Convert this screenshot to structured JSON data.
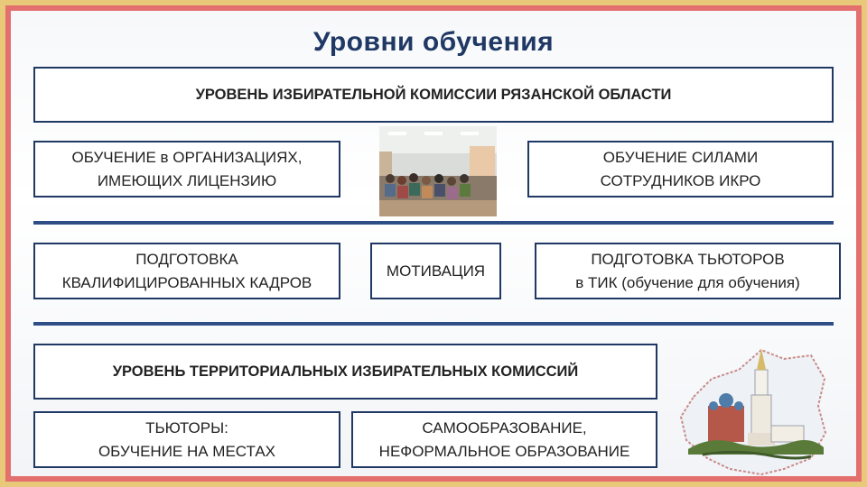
{
  "title": "Уровни обучения",
  "level_region": "УРОВЕНЬ ИЗБИРАТЕЛЬНОЙ КОМИССИИ РЯЗАНСКОЙ ОБЛАСТИ",
  "row1": {
    "left_line1": "ОБУЧЕНИЕ в ОРГАНИЗАЦИЯХ,",
    "left_line2": "ИМЕЮЩИХ ЛИЦЕНЗИЮ",
    "right_line1": "ОБУЧЕНИЕ СИЛАМИ",
    "right_line2": "СОТРУДНИКОВ ИКРО"
  },
  "row2": {
    "left_line1": "ПОДГОТОВКА",
    "left_line2": "КВАЛИФИЦИРОВАННЫХ КАДРОВ",
    "center": "МОТИВАЦИЯ",
    "right_line1": "ПОДГОТОВКА ТЬЮТОРОВ",
    "right_line2": "в ТИК (обучение для обучения)"
  },
  "level_territorial": "УРОВЕНЬ ТЕРРИТОРИАЛЬНЫХ ИЗБИРАТЕЛЬНЫХ КОМИССИЙ",
  "row3": {
    "left_line1": "ТЬЮТОРЫ:",
    "left_line2": "ОБУЧЕНИЕ НА МЕСТАХ",
    "right_line1": "САМООБРАЗОВАНИЕ,",
    "right_line2": "НЕФОРМАЛЬНОЕ ОБРАЗОВАНИЕ"
  },
  "colors": {
    "outer_border": "#e8c97a",
    "inner_border": "#e46f6f",
    "accent": "#1f3864",
    "separator": "#2f4e86"
  }
}
